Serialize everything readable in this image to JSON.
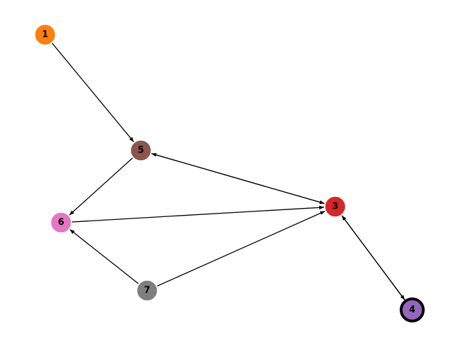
{
  "graph": {
    "directed": true,
    "nodes": [
      {
        "id": "1",
        "label": "1",
        "color": "#ff7f0e",
        "border": "#ffffff",
        "highlighted": false
      },
      {
        "id": "3",
        "label": "3",
        "color": "#d62728",
        "border": "#ffffff",
        "highlighted": false
      },
      {
        "id": "4",
        "label": "4",
        "color": "#9467bd",
        "border": "#000000",
        "highlighted": true
      },
      {
        "id": "5",
        "label": "5",
        "color": "#8c564b",
        "border": "#ffffff",
        "highlighted": false
      },
      {
        "id": "6",
        "label": "6",
        "color": "#e377c2",
        "border": "#ffffff",
        "highlighted": false
      },
      {
        "id": "7",
        "label": "7",
        "color": "#7f7f7f",
        "border": "#ffffff",
        "highlighted": false
      }
    ],
    "edges": [
      {
        "source": "1",
        "target": "5"
      },
      {
        "source": "5",
        "target": "6"
      },
      {
        "source": "5",
        "target": "3"
      },
      {
        "source": "3",
        "target": "5"
      },
      {
        "source": "6",
        "target": "3"
      },
      {
        "source": "7",
        "target": "6"
      },
      {
        "source": "7",
        "target": "3"
      },
      {
        "source": "3",
        "target": "4"
      },
      {
        "source": "4",
        "target": "3"
      }
    ]
  }
}
